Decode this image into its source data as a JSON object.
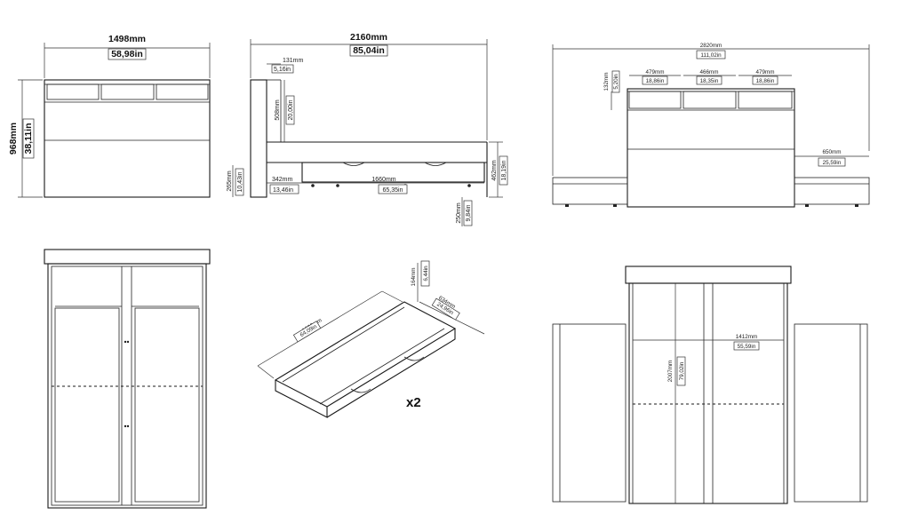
{
  "front_view": {
    "width_mm": "1498mm",
    "width_in": "58,98in",
    "height_mm": "968mm",
    "height_in": "38,11in"
  },
  "side_view": {
    "length_mm": "2160mm",
    "length_in": "85,04in",
    "depth_mm": "131mm",
    "depth_in": "5,16in",
    "shelf_h_mm": "508mm",
    "shelf_h_in": "20,00in",
    "frame_h_mm": "265mm",
    "frame_h_in": "10,43in",
    "offset_mm": "342mm",
    "offset_in": "13,46in",
    "drawer_len_mm": "1660mm",
    "drawer_len_in": "65,35in",
    "bed_h_mm": "462mm",
    "bed_h_in": "18,19in",
    "clear_mm": "250mm",
    "clear_in": "9,84in"
  },
  "top_view": {
    "total_mm": "2820mm",
    "total_in": "111,02in",
    "shelf_h_mm": "132mm",
    "shelf_h_in": "5,20in",
    "c1_mm": "479mm",
    "c1_in": "18,86in",
    "c2_mm": "466mm",
    "c2_in": "18,35in",
    "c3_mm": "479mm",
    "c3_in": "18,86in",
    "drawer_out_mm": "650mm",
    "drawer_out_in": "25,59in"
  },
  "drawer": {
    "len_mm": "1629mm",
    "len_in": "64,09in",
    "h_mm": "164mm",
    "h_in": "6,44in",
    "d_mm": "634mm",
    "d_in": "24,96in",
    "qty": "x2"
  },
  "plan_view": {
    "length_mm": "2007mm",
    "length_in": "79,02in",
    "width_mm": "1412mm",
    "width_in": "55,59in"
  }
}
